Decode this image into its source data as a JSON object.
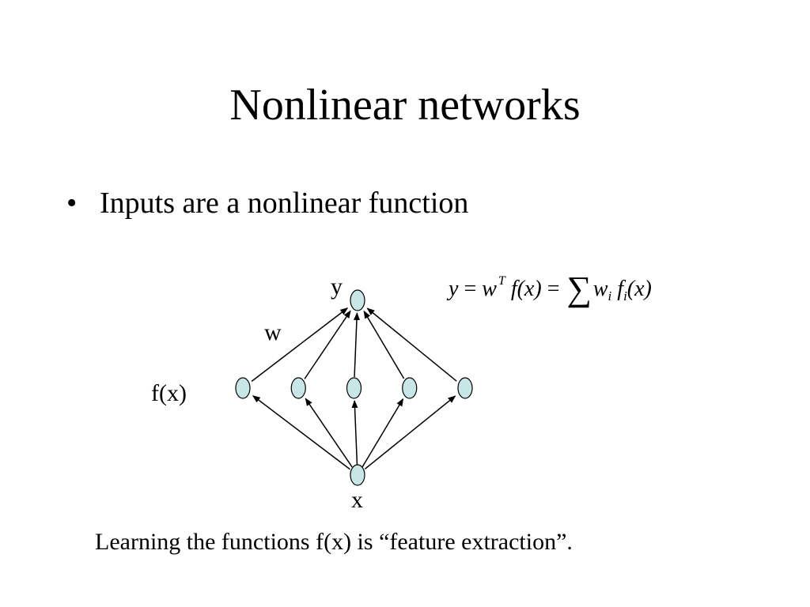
{
  "slide": {
    "title": "Nonlinear networks",
    "bullet": "Inputs are a nonlinear function",
    "bullet_marker": "•"
  },
  "formula": {
    "y": "y",
    "eq1": "=",
    "w": "w",
    "T": "T",
    "f": "f",
    "arg1": "(x)",
    "eq2": "=",
    "sum": "∑",
    "wi_base": "w",
    "wi_sub": "i",
    "fi_base": "f",
    "fi_sub": "i",
    "arg2": "(x)"
  },
  "diagram": {
    "output_label": "y",
    "weight_label": "w",
    "hidden_label": "f(x)",
    "input_label": "x",
    "node_fill": "#c8e6e6",
    "hidden_node_count": 5
  },
  "caption": "Learning the functions f(x) is “feature extraction”."
}
